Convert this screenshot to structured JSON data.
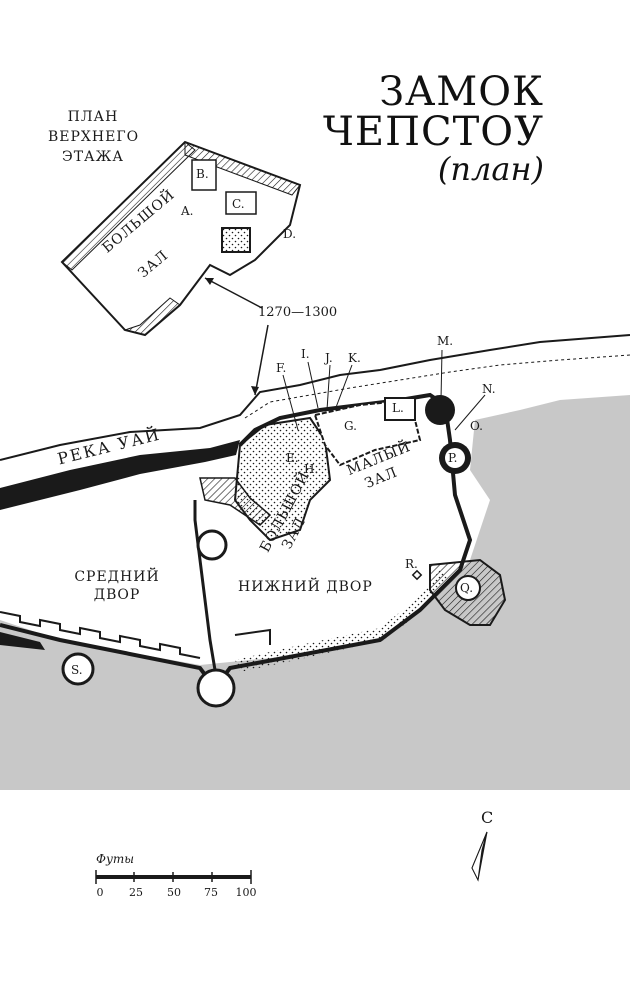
{
  "title": {
    "line1": "ЗАМОК",
    "line2": "ЧЕПСТОУ",
    "subtitle": "(план)"
  },
  "upper_plan": {
    "label_lines": [
      "ПЛАН",
      "ВЕРХНЕГО",
      "ЭТАЖА"
    ],
    "hall_lines": [
      "БОЛЬШОЙ",
      "ЗАЛ"
    ],
    "letters": [
      "A.",
      "B.",
      "C.",
      "D."
    ]
  },
  "date_label": "1270—1300",
  "river_label": "РЕКА УАЙ",
  "areas": {
    "great_hall_lines": [
      "БОЛЬШОЙ",
      "ЗАЛ"
    ],
    "small_hall_lines": [
      "МАЛЫЙ",
      "ЗАЛ"
    ],
    "middle_bailey_lines": [
      "СРЕДНИЙ",
      "ДВОР"
    ],
    "lower_bailey": "НИЖНИЙ ДВОР"
  },
  "letters": [
    "E.",
    "F.",
    "G.",
    "H.",
    "I.",
    "J.",
    "K.",
    "L.",
    "M.",
    "N.",
    "O.",
    "P.",
    "Q.",
    "R.",
    "S."
  ],
  "north_label": "С",
  "scale": {
    "title": "Футы",
    "ticks": [
      "0",
      "25",
      "50",
      "75",
      "100"
    ]
  },
  "colors": {
    "ink": "#1a1a1a",
    "water": "#c8c8c8",
    "wall": "#1a1a1a"
  }
}
